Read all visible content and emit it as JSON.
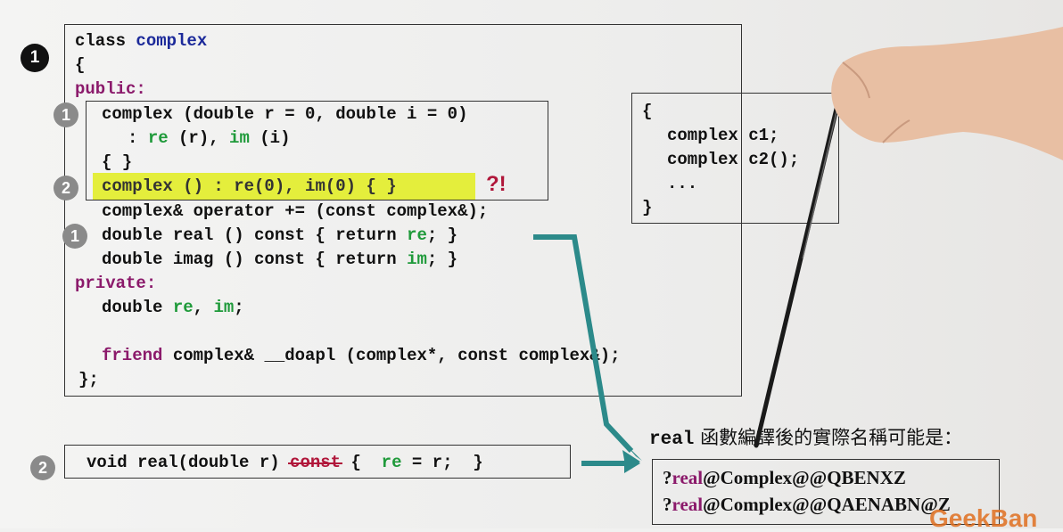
{
  "class_box": {
    "line1_kw": "class",
    "line1_type": "complex",
    "line2": "{",
    "public": "public:",
    "ctor1_a": "complex (double r = 0, double i = 0)",
    "ctor1_b_colon": ": ",
    "ctor1_b_re": "re",
    "ctor1_b_mid": " (r), ",
    "ctor1_b_im": "im",
    "ctor1_b_end": " (i)",
    "ctor1_c": "{ }",
    "ctor2": "complex () : re(0), im(0) { }",
    "ctor2_mark": "?!",
    "op": "complex& operator += (const complex&);",
    "real_a": "double real () const { return ",
    "real_re": "re",
    "real_b": "; }",
    "imag_a": "double imag () const { return ",
    "imag_im": "im",
    "imag_b": "; }",
    "private": "private:",
    "fields_a": "double ",
    "fields_re": "re",
    "fields_mid": ", ",
    "fields_im": "im",
    "fields_b": ";",
    "friend_kw": "friend",
    "friend_rest": " complex& __doapl (complex*, const complex&);",
    "end": "};"
  },
  "usage_box": {
    "open": "{",
    "l1": "complex c1;",
    "l2": "complex c2();",
    "l3": "...",
    "close": "}"
  },
  "void_box": {
    "a": "void real(double r) ",
    "const": "const",
    "b": " {  ",
    "re": "re",
    "c": " = r;  }"
  },
  "mangled": {
    "label_kw": "real",
    "label_cn": " 函數編譯後的實際名稱可能是：",
    "n1_q": "?",
    "n1_real": "real",
    "n1_rest": "@Complex@@QBENXZ",
    "n2_q": "?",
    "n2_real": "real",
    "n2_rest": "@Complex@@QAENABN@Z"
  },
  "badges": {
    "main": "1",
    "b1": "1",
    "b2": "2",
    "b3": "1",
    "b4": "2"
  },
  "watermark": "GeekBan"
}
